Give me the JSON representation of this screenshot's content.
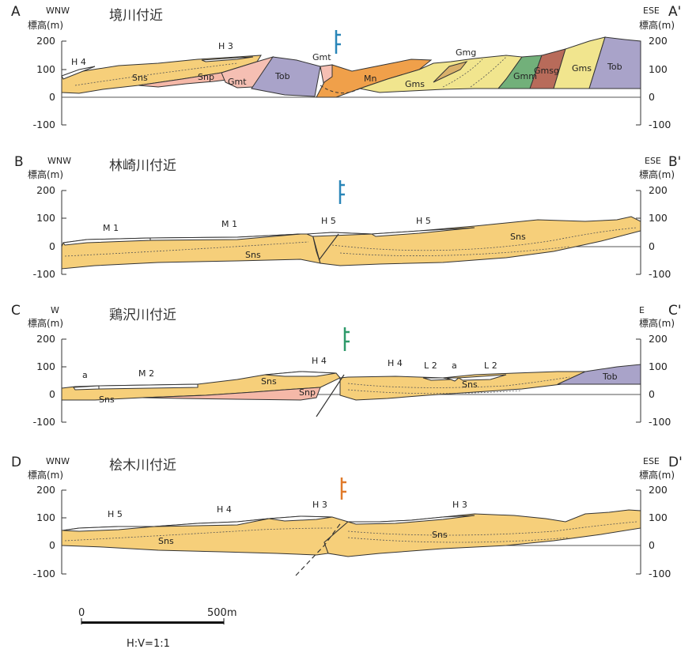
{
  "sections": [
    {
      "id": "A",
      "left_label": "A",
      "right_label": "A'",
      "left_dir": "WNW",
      "right_dir": "ESE",
      "elev_label": "標高(m)",
      "title": "境川付近",
      "ticks": [
        "200",
        "100",
        "0",
        "-100"
      ],
      "units": [
        "H 4",
        "H 3",
        "Sns",
        "Snp",
        "Gmt",
        "Tob",
        "Gmt",
        "Mn",
        "Gms",
        "Gmg",
        "Gmm",
        "Gmsg",
        "Gms",
        "Tob"
      ],
      "fault_symbol_color": "#2a86b8"
    },
    {
      "id": "B",
      "left_label": "B",
      "right_label": "B'",
      "left_dir": "WNW",
      "right_dir": "ESE",
      "elev_label": "標高(m)",
      "title": "林崎川付近",
      "ticks": [
        "200",
        "100",
        "0",
        "-100"
      ],
      "units": [
        "M 1",
        "M 1",
        "H 5",
        "H 5",
        "Sns",
        "Sns"
      ],
      "fault_symbol_color": "#2a86b8"
    },
    {
      "id": "C",
      "left_label": "C",
      "right_label": "C'",
      "left_dir": "W",
      "right_dir": "E",
      "elev_label": "標高(m)",
      "title": "鶏沢川付近",
      "ticks": [
        "200",
        "100",
        "0",
        "-100"
      ],
      "units": [
        "a",
        "M 2",
        "H 4",
        "H 4",
        "L 2",
        "a",
        "L 2",
        "Sns",
        "Sns",
        "Snp",
        "Sns",
        "Tob"
      ],
      "fault_symbol_color": "#2e9a6a"
    },
    {
      "id": "D",
      "left_label": "D",
      "right_label": "D'",
      "left_dir": "WNW",
      "right_dir": "ESE",
      "elev_label": "標高(m)",
      "title": "桧木川付近",
      "ticks": [
        "200",
        "100",
        "0",
        "-100"
      ],
      "units": [
        "H 5",
        "H 4",
        "H 3",
        "H 3",
        "Sns",
        "Sns"
      ],
      "fault_symbol_color": "#e07a2a"
    }
  ],
  "scale": {
    "zero": "0",
    "end": "500m",
    "ratio": "H:V=1:1"
  },
  "colors": {
    "Sns": "#f6cf7a",
    "Snp": "#f5b8a8",
    "Gmt": "#f5bfb3",
    "Tob": "#a9a3c9",
    "Mn": "#f0a04a",
    "Gms": "#f1e58e",
    "Gmg": "#d9b06a",
    "Gmm": "#72b07a",
    "Gmsg": "#b86b5a",
    "Terrace": "#ffffff"
  }
}
